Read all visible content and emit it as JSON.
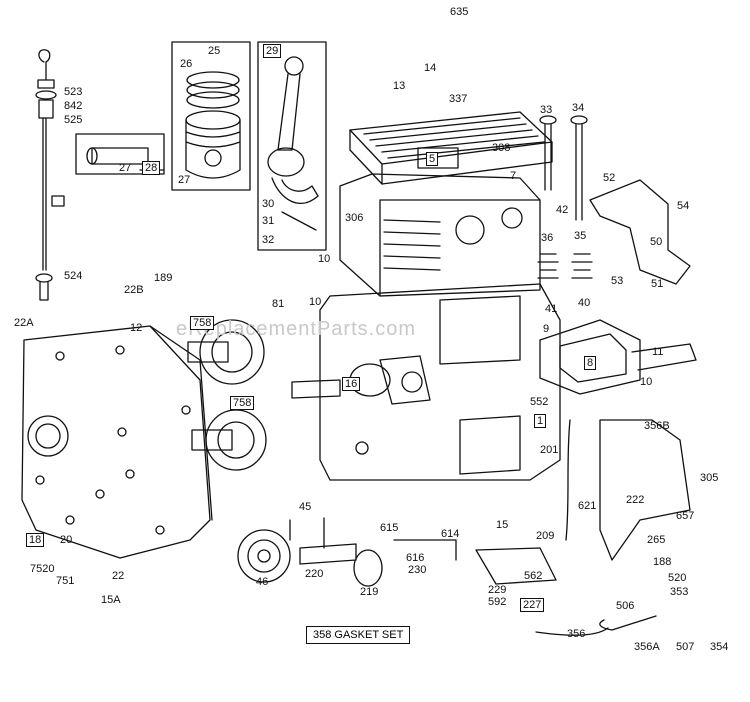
{
  "watermark": "eReplacementParts.com",
  "gasket_set": "358 GASKET SET",
  "labels": [
    {
      "id": "635",
      "text": "635"
    },
    {
      "id": "14",
      "text": "14"
    },
    {
      "id": "13",
      "text": "13"
    },
    {
      "id": "337",
      "text": "337"
    },
    {
      "id": "523",
      "text": "523"
    },
    {
      "id": "842",
      "text": "842"
    },
    {
      "id": "525",
      "text": "525"
    },
    {
      "id": "25",
      "text": "25"
    },
    {
      "id": "26",
      "text": "26"
    },
    {
      "id": "29",
      "text": "29"
    },
    {
      "id": "27a",
      "text": "27"
    },
    {
      "id": "28",
      "text": "28"
    },
    {
      "id": "27b",
      "text": "27"
    },
    {
      "id": "30",
      "text": "30"
    },
    {
      "id": "31",
      "text": "31"
    },
    {
      "id": "32",
      "text": "32"
    },
    {
      "id": "33",
      "text": "33"
    },
    {
      "id": "34",
      "text": "34"
    },
    {
      "id": "5",
      "text": "5"
    },
    {
      "id": "308",
      "text": "308"
    },
    {
      "id": "7",
      "text": "7"
    },
    {
      "id": "42",
      "text": "42"
    },
    {
      "id": "52",
      "text": "52"
    },
    {
      "id": "54",
      "text": "54"
    },
    {
      "id": "306",
      "text": "306"
    },
    {
      "id": "36",
      "text": "36"
    },
    {
      "id": "35",
      "text": "35"
    },
    {
      "id": "50",
      "text": "50"
    },
    {
      "id": "53",
      "text": "53"
    },
    {
      "id": "51",
      "text": "51"
    },
    {
      "id": "10a",
      "text": "10"
    },
    {
      "id": "524",
      "text": "524"
    },
    {
      "id": "22B",
      "text": "22B"
    },
    {
      "id": "189",
      "text": "189"
    },
    {
      "id": "81",
      "text": "81"
    },
    {
      "id": "10b",
      "text": "10"
    },
    {
      "id": "41",
      "text": "41"
    },
    {
      "id": "40",
      "text": "40"
    },
    {
      "id": "9",
      "text": "9"
    },
    {
      "id": "22A",
      "text": "22A"
    },
    {
      "id": "12",
      "text": "12"
    },
    {
      "id": "758a",
      "text": "758"
    },
    {
      "id": "8",
      "text": "8"
    },
    {
      "id": "11",
      "text": "11"
    },
    {
      "id": "16",
      "text": "16"
    },
    {
      "id": "10c",
      "text": "10"
    },
    {
      "id": "758b",
      "text": "758"
    },
    {
      "id": "552",
      "text": "552"
    },
    {
      "id": "1",
      "text": "1"
    },
    {
      "id": "356B",
      "text": "356B"
    },
    {
      "id": "201",
      "text": "201"
    },
    {
      "id": "305",
      "text": "305"
    },
    {
      "id": "222",
      "text": "222"
    },
    {
      "id": "621",
      "text": "621"
    },
    {
      "id": "45",
      "text": "45"
    },
    {
      "id": "15",
      "text": "15"
    },
    {
      "id": "209",
      "text": "209"
    },
    {
      "id": "657",
      "text": "657"
    },
    {
      "id": "265",
      "text": "265"
    },
    {
      "id": "18",
      "text": "18"
    },
    {
      "id": "20",
      "text": "20"
    },
    {
      "id": "615",
      "text": "615"
    },
    {
      "id": "614",
      "text": "614"
    },
    {
      "id": "616",
      "text": "616"
    },
    {
      "id": "230",
      "text": "230"
    },
    {
      "id": "562",
      "text": "562"
    },
    {
      "id": "188",
      "text": "188"
    },
    {
      "id": "7520",
      "text": "7520"
    },
    {
      "id": "22",
      "text": "22"
    },
    {
      "id": "751",
      "text": "751"
    },
    {
      "id": "46",
      "text": "46"
    },
    {
      "id": "220",
      "text": "220"
    },
    {
      "id": "219",
      "text": "219"
    },
    {
      "id": "229",
      "text": "229"
    },
    {
      "id": "592",
      "text": "592"
    },
    {
      "id": "227",
      "text": "227"
    },
    {
      "id": "520",
      "text": "520"
    },
    {
      "id": "353",
      "text": "353"
    },
    {
      "id": "506",
      "text": "506"
    },
    {
      "id": "15A",
      "text": "15A"
    },
    {
      "id": "356",
      "text": "356"
    },
    {
      "id": "356A",
      "text": "356A"
    },
    {
      "id": "507",
      "text": "507"
    },
    {
      "id": "354",
      "text": "354"
    }
  ]
}
